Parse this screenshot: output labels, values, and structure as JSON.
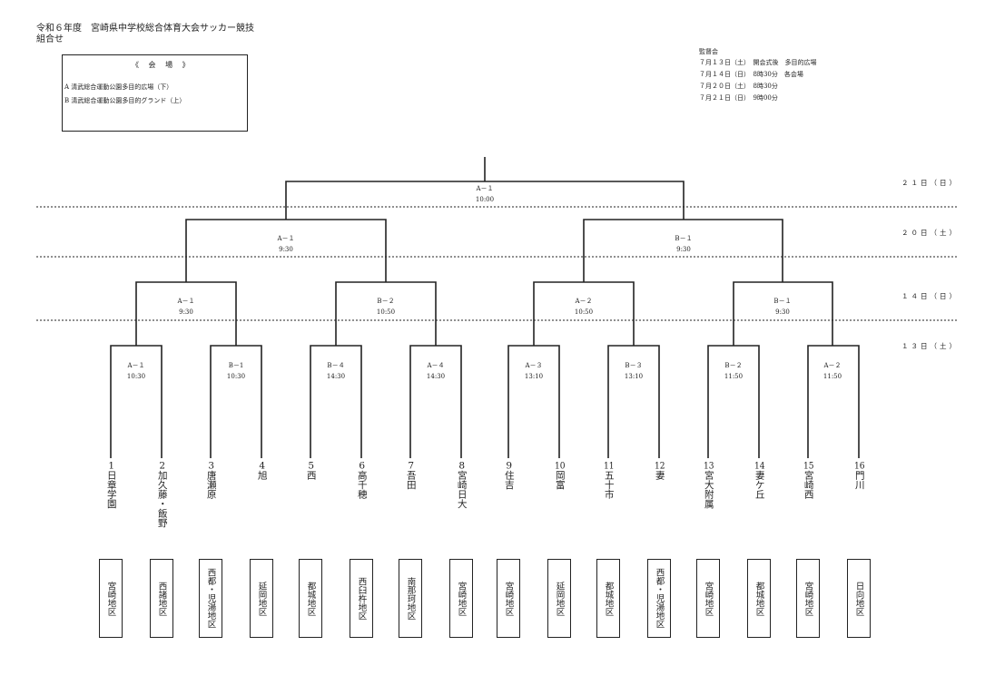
{
  "title_line1": "令和６年度　宮崎県中学校総合体育大会サッカー競技",
  "title_line2": "組合せ",
  "venue": {
    "header": "《 会 場 》",
    "a": "A  清武総合運動公園多目的広場（下）",
    "b": "B  清武総合運動公園多目的グランド（上）"
  },
  "schedule": [
    "監督会",
    "７月１３日（土）　開会式後　多目的広場",
    "７月１４日（日）　8時30分　各会場",
    "７月２０日（土）　8時30分",
    "７月２１日（日）　9時00分"
  ],
  "rounds": [
    "２１日（日）",
    "２０日（土）",
    "１４日（日）",
    "１３日（土）"
  ],
  "matches": {
    "final": [
      "A－１",
      "10:00"
    ],
    "semi_left": [
      "A－１",
      "9:30"
    ],
    "semi_right": [
      "B－１",
      "9:30"
    ],
    "qf1": [
      "A－１",
      "9:30"
    ],
    "qf2": [
      "B－２",
      "10:50"
    ],
    "qf3": [
      "A－２",
      "10:50"
    ],
    "qf4": [
      "B－１",
      "9:30"
    ],
    "r1_1": [
      "A－１",
      "10:30"
    ],
    "r1_2": [
      "B－1",
      "10:30"
    ],
    "r1_3": [
      "B－４",
      "14:30"
    ],
    "r1_4": [
      "A－４",
      "14:30"
    ],
    "r1_5": [
      "A－３",
      "13:10"
    ],
    "r1_6": [
      "B－３",
      "13:10"
    ],
    "r1_7": [
      "B－２",
      "11:50"
    ],
    "r1_8": [
      "A－２",
      "11:50"
    ]
  },
  "teams": [
    {
      "num": "1",
      "name": "日章学園",
      "district": "宮崎地区"
    },
    {
      "num": "2",
      "name": "加久藤・飯野",
      "district": "西諸地区"
    },
    {
      "num": "3",
      "name": "唐瀬原",
      "district": "西都・児湯地区"
    },
    {
      "num": "4",
      "name": "旭",
      "district": "延岡地区"
    },
    {
      "num": "5",
      "name": "西",
      "district": "都城地区"
    },
    {
      "num": "6",
      "name": "高千穂",
      "district": "西臼杵地区"
    },
    {
      "num": "7",
      "name": "吾田",
      "district": "南那珂地区"
    },
    {
      "num": "8",
      "name": "宮崎日大",
      "district": "宮崎地区"
    },
    {
      "num": "9",
      "name": "住吉",
      "district": "宮崎地区"
    },
    {
      "num": "10",
      "name": "岡富",
      "district": "延岡地区"
    },
    {
      "num": "11",
      "name": "五十市",
      "district": "都城地区"
    },
    {
      "num": "12",
      "name": "妻",
      "district": "西都・児湯地区"
    },
    {
      "num": "13",
      "name": "宮大附属",
      "district": "宮崎地区"
    },
    {
      "num": "14",
      "name": "妻ケ丘",
      "district": "都城地区"
    },
    {
      "num": "15",
      "name": "宮崎西",
      "district": "宮崎地区"
    },
    {
      "num": "16",
      "name": "門川",
      "district": "日向地区"
    }
  ]
}
